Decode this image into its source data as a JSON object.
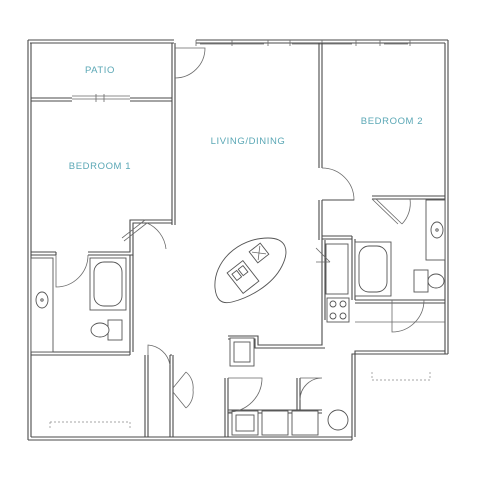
{
  "plan": {
    "rooms": {
      "patio": "PATIO",
      "bedroom1": "BEDROOM 1",
      "living_dining": "LIVING/DINING",
      "bedroom2": "BEDROOM 2"
    },
    "colors": {
      "label": "#5aa7b5",
      "wall": "#4a4a4a",
      "background": "#ffffff"
    }
  }
}
